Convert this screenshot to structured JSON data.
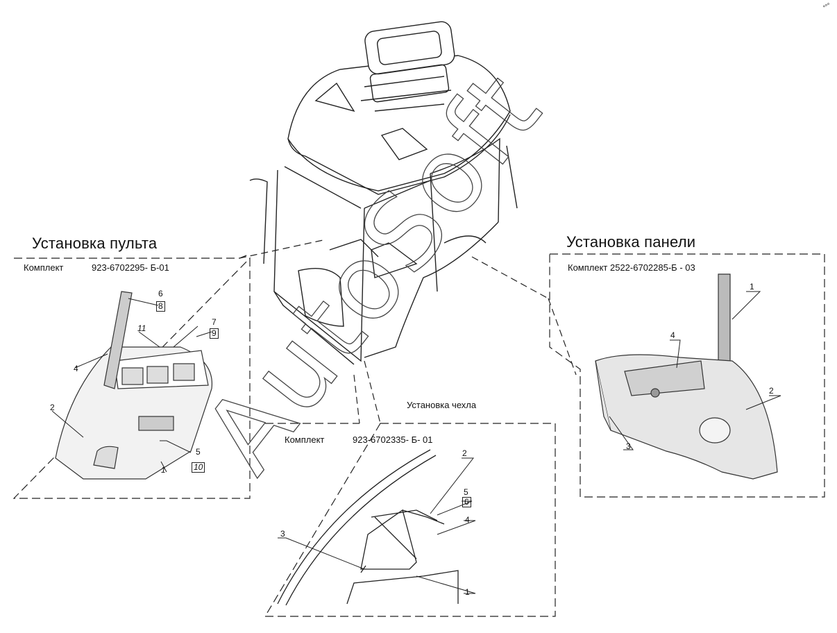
{
  "assembly_console": {
    "title": "Установка пульта",
    "kit_label": "Комплект",
    "kit_number": "923-6702295- Б-01",
    "callouts": [
      "6",
      "8",
      "7",
      "9",
      "11",
      "4",
      "2",
      "5",
      "10",
      "1"
    ]
  },
  "assembly_panel": {
    "title": "Установка панели",
    "kit_text": "Комплект 2522-6702285-Б - 03",
    "callouts": [
      "1",
      "4",
      "2",
      "3"
    ]
  },
  "assembly_cover": {
    "title": "Установка чехла",
    "kit_label": "Комплект",
    "kit_number": "923-6702335- Б- 01",
    "callouts": [
      "2",
      "5",
      "6",
      "4",
      "3",
      "1"
    ]
  },
  "watermark": "AutoSoft",
  "corner_mark": "°°°"
}
